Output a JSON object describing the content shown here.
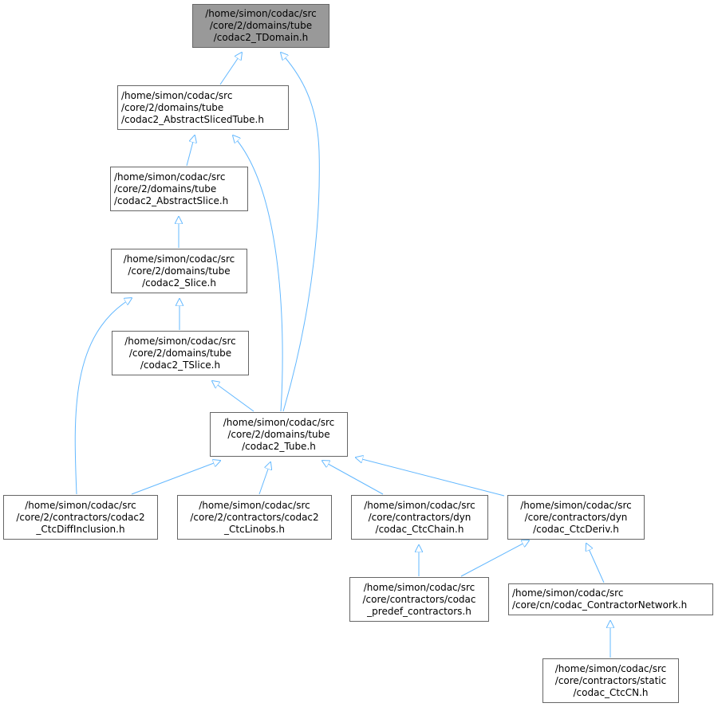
{
  "colors": {
    "edge": "#63b8ff",
    "node_border": "#666666",
    "root_fill": "#999999"
  },
  "nodes": [
    {
      "id": "tdomain",
      "lines": [
        "/home/simon/codac/src",
        "/core/2/domains/tube",
        "/codac2_TDomain.h"
      ]
    },
    {
      "id": "abstractslicedtube",
      "lines": [
        "/home/simon/codac/src",
        "/core/2/domains/tube",
        "/codac2_AbstractSlicedTube.h"
      ]
    },
    {
      "id": "abstractslice",
      "lines": [
        "/home/simon/codac/src",
        "/core/2/domains/tube",
        "/codac2_AbstractSlice.h"
      ]
    },
    {
      "id": "slice",
      "lines": [
        "/home/simon/codac/src",
        "/core/2/domains/tube",
        "/codac2_Slice.h"
      ]
    },
    {
      "id": "tslice",
      "lines": [
        "/home/simon/codac/src",
        "/core/2/domains/tube",
        "/codac2_TSlice.h"
      ]
    },
    {
      "id": "tube",
      "lines": [
        "/home/simon/codac/src",
        "/core/2/domains/tube",
        "/codac2_Tube.h"
      ]
    },
    {
      "id": "ctcdiffinclusion",
      "lines": [
        "/home/simon/codac/src",
        "/core/2/contractors/codac2",
        "_CtcDiffInclusion.h"
      ]
    },
    {
      "id": "ctclinobs",
      "lines": [
        "/home/simon/codac/src",
        "/core/2/contractors/codac2",
        "_CtcLinobs.h"
      ]
    },
    {
      "id": "ctcchain",
      "lines": [
        "/home/simon/codac/src",
        "/core/contractors/dyn",
        "/codac_CtcChain.h"
      ]
    },
    {
      "id": "ctcderiv",
      "lines": [
        "/home/simon/codac/src",
        "/core/contractors/dyn",
        "/codac_CtcDeriv.h"
      ]
    },
    {
      "id": "predef",
      "lines": [
        "/home/simon/codac/src",
        "/core/contractors/codac",
        "_predef_contractors.h"
      ]
    },
    {
      "id": "contractornetwork",
      "lines": [
        "/home/simon/codac/src",
        "/core/cn/codac_ContractorNetwork.h"
      ]
    },
    {
      "id": "ctccn",
      "lines": [
        "/home/simon/codac/src",
        "/core/contractors/static",
        "/codac_CtcCN.h"
      ]
    }
  ],
  "edges": [
    [
      "tdomain",
      "abstractslicedtube"
    ],
    [
      "tdomain",
      "tube"
    ],
    [
      "abstractslicedtube",
      "abstractslice"
    ],
    [
      "abstractslicedtube",
      "tube"
    ],
    [
      "abstractslice",
      "slice"
    ],
    [
      "slice",
      "tslice"
    ],
    [
      "slice",
      "ctcdiffinclusion"
    ],
    [
      "tslice",
      "tube"
    ],
    [
      "tube",
      "ctcdiffinclusion"
    ],
    [
      "tube",
      "ctclinobs"
    ],
    [
      "tube",
      "ctcchain"
    ],
    [
      "tube",
      "ctcderiv"
    ],
    [
      "ctcchain",
      "predef"
    ],
    [
      "ctcderiv",
      "predef"
    ],
    [
      "ctcderiv",
      "contractornetwork"
    ],
    [
      "contractornetwork",
      "ctccn"
    ]
  ]
}
